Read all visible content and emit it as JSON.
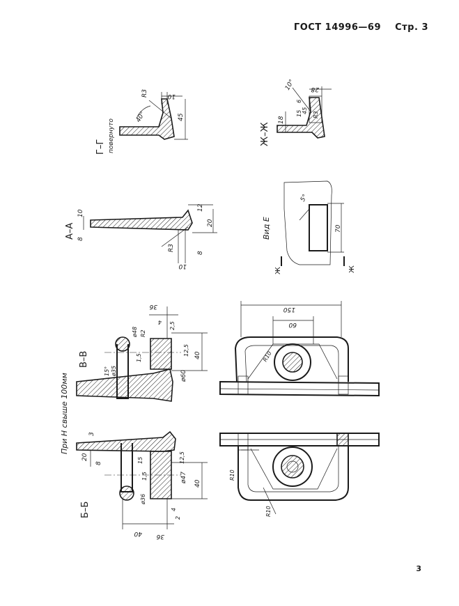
{
  "header": {
    "standard": "ГОСТ 14996—69",
    "page_label": "Стр. 3"
  },
  "footer": {
    "page_number": "3"
  },
  "note": "При H свыше 100мм",
  "sections": {
    "g": {
      "title": "Г–Г",
      "subtitle": "повернуто",
      "dims": [
        "R3",
        "10",
        "40°",
        "45"
      ]
    },
    "zh": {
      "title": "Ж–Ж",
      "dims": [
        "10°",
        "28",
        "15",
        "18",
        "6",
        "45",
        "R3"
      ]
    },
    "a": {
      "title": "А–А",
      "dims": [
        "10",
        "12",
        "20",
        "8",
        "R3",
        "8",
        "10"
      ]
    },
    "view_e": {
      "title": "Вид Е",
      "dims": [
        "5°",
        "70"
      ],
      "cut_mark": "Ж"
    },
    "v": {
      "title": "В–В",
      "dims": [
        "36",
        "ø48",
        "4",
        "2,5",
        "R2",
        "15°",
        "ø35",
        "1,5",
        "12,5",
        "40",
        "ø60"
      ]
    },
    "plan": {
      "dims": [
        "150",
        "60",
        "R10"
      ]
    },
    "b": {
      "title": "Б–Б",
      "dims": [
        "3",
        "20",
        "8",
        "15",
        "1,5",
        "12,5",
        "ø47",
        "ø36",
        "40",
        "36",
        "40",
        "4",
        "2"
      ]
    },
    "plan2": {
      "dims": [
        "R10",
        "R10"
      ]
    }
  }
}
